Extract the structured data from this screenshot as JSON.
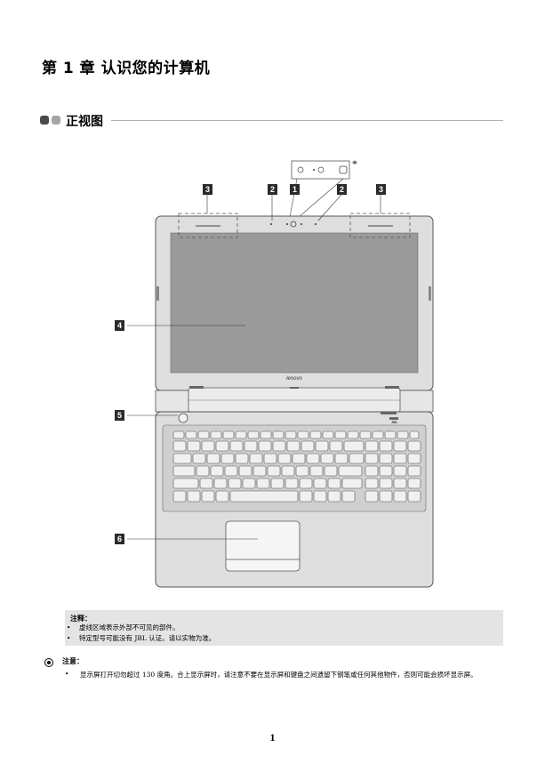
{
  "chapter": {
    "title": "第 1 章 认识您的计算机"
  },
  "section": {
    "title": "正视图"
  },
  "figure": {
    "callouts": [
      "3",
      "2",
      "1",
      "2",
      "3",
      "4",
      "5",
      "6"
    ],
    "asterisk": "*",
    "logo_text": "lenovo",
    "badge_text": "JBL"
  },
  "note": {
    "title": "注释：",
    "bullet": "•",
    "items": [
      "虚线区域表示外部不可见的部件。",
      "特定型号可能没有 JBL 认证。请以实物为准。"
    ]
  },
  "caution": {
    "title": "注意：",
    "bullet": "•",
    "text": "显示屏打开切勿超过 130 度角。合上显示屏时，请注意不要在显示屏和键盘之间遗留下钢笔或任何其他物件，否则可能会损坏显示屏。"
  },
  "page_number": "1"
}
